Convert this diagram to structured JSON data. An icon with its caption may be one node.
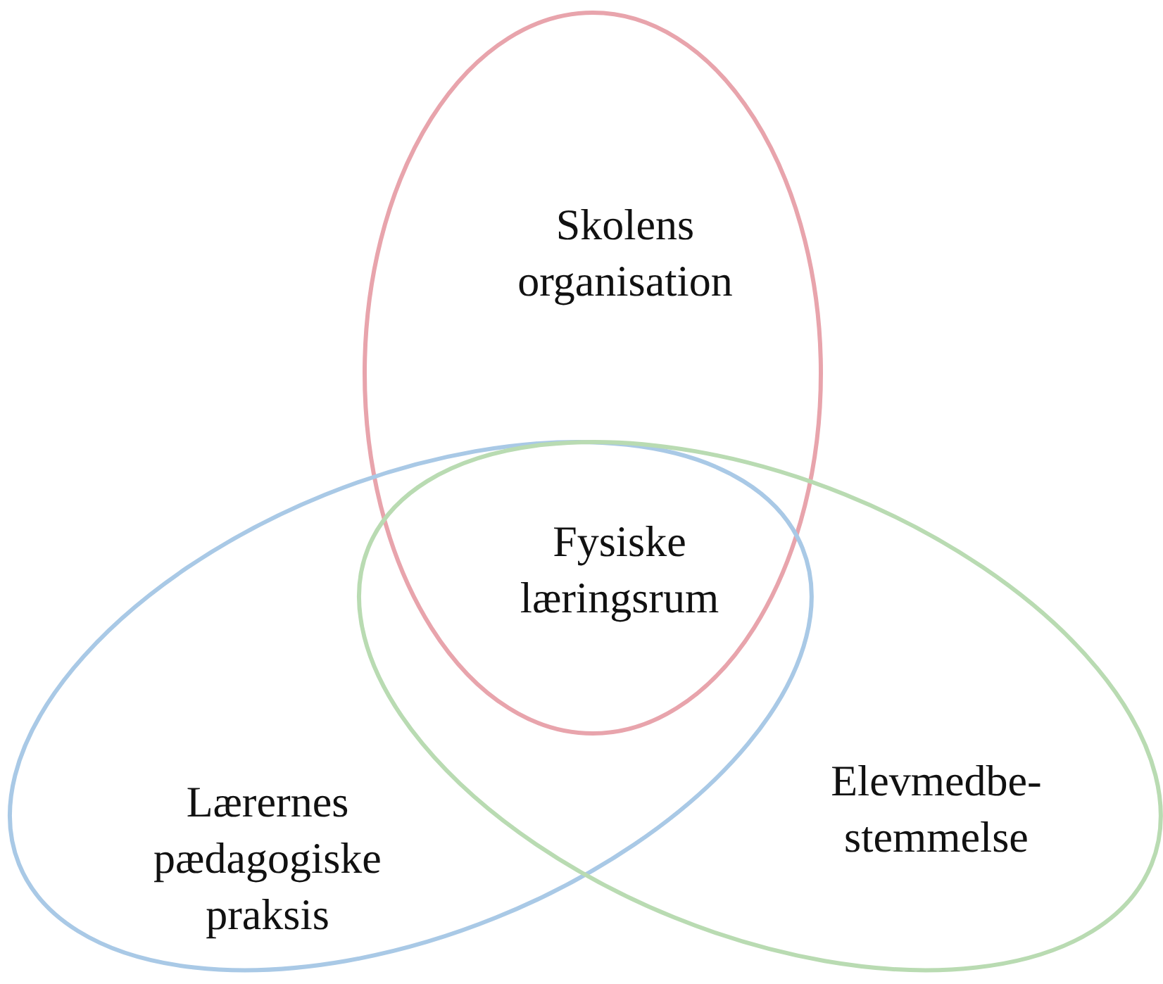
{
  "diagram": {
    "nodes": [
      {
        "text": [
          "Skolens organisation"
        ]
      },
      {
        "text": [
          "Lærernes pædagogiske praksis"
        ]
      },
      {
        "text": [
          "Elevmedbe- stemmelse"
        ]
      }
    ],
    "labels": [
      "Fysiske læringsrum"
    ]
  }
}
